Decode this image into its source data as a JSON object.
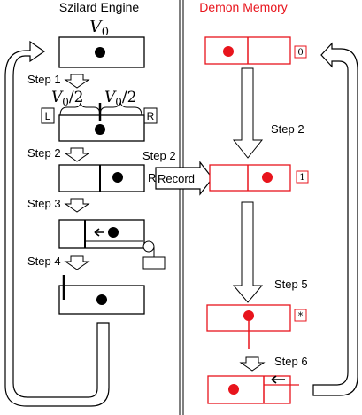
{
  "titles": {
    "left": "Szilard Engine",
    "right": "Demon Memory"
  },
  "math": {
    "v0": "V",
    "v0_sub": "0",
    "half_left": "V",
    "half_left_sub": "0",
    "half_left_tail": "/2",
    "half_right": "V",
    "half_right_sub": "0",
    "half_right_tail": "/2"
  },
  "steps": {
    "step1": "Step 1",
    "step2": "Step 2",
    "step3": "Step 3",
    "step4": "Step 4",
    "step2_record": "Step 2",
    "step2_right": "Step 2",
    "step5": "Step 5",
    "step6": "Step 6"
  },
  "labels": {
    "L": "L",
    "R_box": "R",
    "R_measure": "R",
    "record": "Record"
  },
  "memory_states": {
    "s0": "0",
    "s1": "1",
    "s_star": "*"
  },
  "colors": {
    "engine": "#000000",
    "memory": "#e8141c",
    "arrow_fill": "#ffffff"
  },
  "icons": {
    "step_arrow": "hollow-down-arrow-icon",
    "loop_arrow": "hollow-loop-arrow-icon",
    "weight": "pulley-weight-icon"
  }
}
